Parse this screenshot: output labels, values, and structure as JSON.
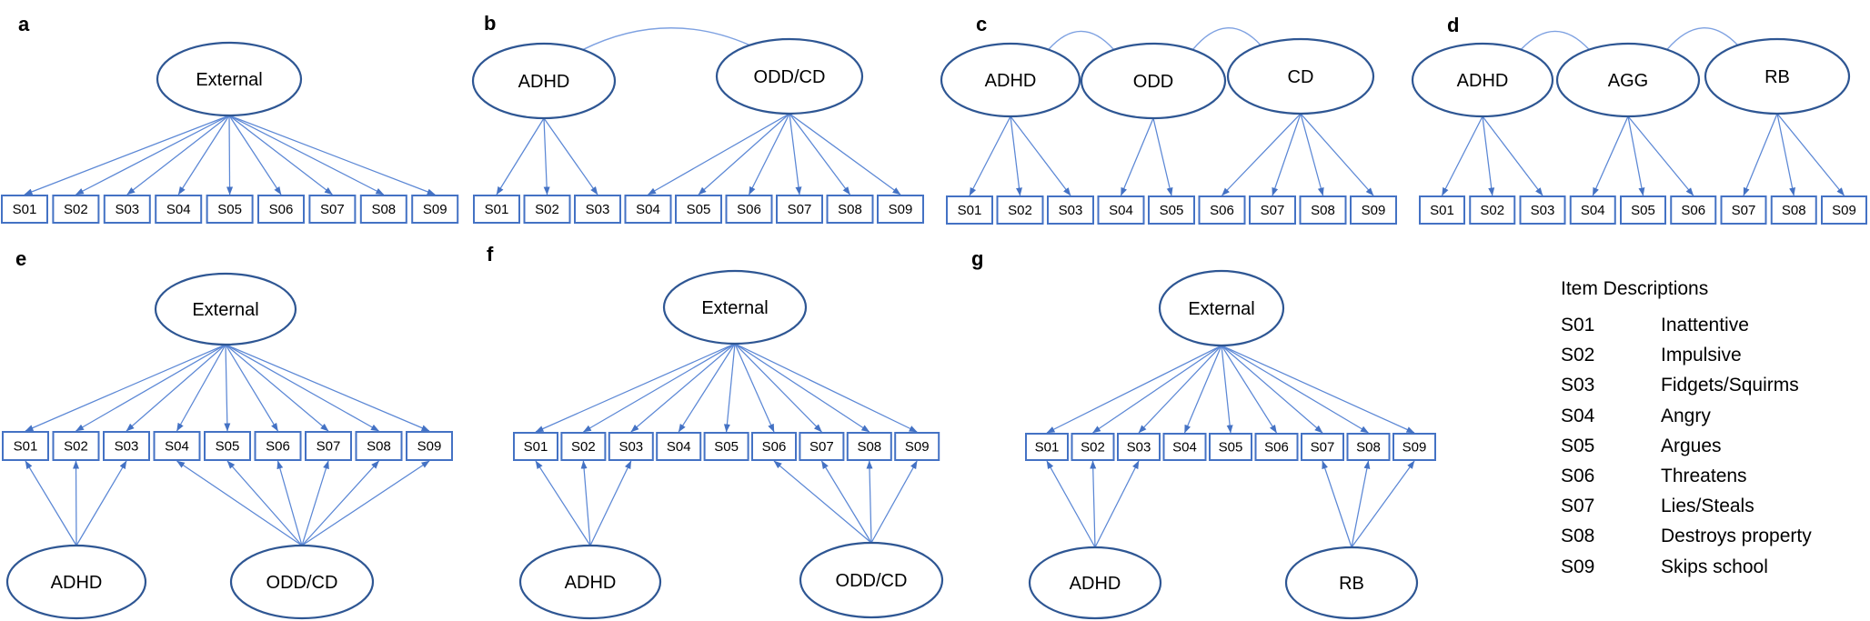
{
  "figure": {
    "background": "#ffffff"
  },
  "colors": {
    "factor_stroke": "#2E5693",
    "box_stroke": "#4472C4",
    "edge": "#5B87D5",
    "cov": "#7EA1E1",
    "arrowhead": "#4472C4",
    "text": "#000000"
  },
  "items": {
    "codes": [
      "S01",
      "S02",
      "S03",
      "S04",
      "S05",
      "S06",
      "S07",
      "S08",
      "S09"
    ]
  },
  "panels": [
    {
      "id": "a",
      "label": "a",
      "factors": [
        {
          "name": "External",
          "layer": "top",
          "loads": [
            1,
            2,
            3,
            4,
            5,
            6,
            7,
            8,
            9
          ]
        }
      ],
      "covariances": []
    },
    {
      "id": "b",
      "label": "b",
      "factors": [
        {
          "name": "ADHD",
          "layer": "top",
          "loads": [
            1,
            2,
            3
          ]
        },
        {
          "name": "ODD/CD",
          "layer": "top",
          "loads": [
            4,
            5,
            6,
            7,
            8,
            9
          ]
        }
      ],
      "covariances": [
        [
          0,
          1
        ]
      ]
    },
    {
      "id": "c",
      "label": "c",
      "factors": [
        {
          "name": "ADHD",
          "layer": "top",
          "loads": [
            1,
            2,
            3
          ]
        },
        {
          "name": "ODD",
          "layer": "top",
          "loads": [
            4,
            5
          ]
        },
        {
          "name": "CD",
          "layer": "top",
          "loads": [
            6,
            7,
            8,
            9
          ]
        }
      ],
      "covariances": [
        [
          0,
          1
        ],
        [
          1,
          2
        ]
      ]
    },
    {
      "id": "d",
      "label": "d",
      "factors": [
        {
          "name": "ADHD",
          "layer": "top",
          "loads": [
            1,
            2,
            3
          ]
        },
        {
          "name": "AGG",
          "layer": "top",
          "loads": [
            4,
            5,
            6
          ]
        },
        {
          "name": "RB",
          "layer": "top",
          "loads": [
            7,
            8,
            9
          ]
        }
      ],
      "covariances": [
        [
          0,
          1
        ],
        [
          1,
          2
        ]
      ]
    },
    {
      "id": "e",
      "label": "e",
      "factors": [
        {
          "name": "External",
          "layer": "top",
          "loads": [
            1,
            2,
            3,
            4,
            5,
            6,
            7,
            8,
            9
          ]
        },
        {
          "name": "ADHD",
          "layer": "bottom",
          "loads": [
            1,
            2,
            3
          ]
        },
        {
          "name": "ODD/CD",
          "layer": "bottom",
          "loads": [
            4,
            5,
            6,
            7,
            8,
            9
          ]
        }
      ],
      "covariances": []
    },
    {
      "id": "f",
      "label": "f",
      "factors": [
        {
          "name": "External",
          "layer": "top",
          "loads": [
            1,
            2,
            3,
            4,
            5,
            6,
            7,
            8,
            9
          ]
        },
        {
          "name": "ADHD",
          "layer": "bottom",
          "loads": [
            1,
            2,
            3
          ]
        },
        {
          "name": "ODD/CD",
          "layer": "bottom",
          "loads": [
            6,
            7,
            8,
            9
          ]
        }
      ],
      "covariances": []
    },
    {
      "id": "g",
      "label": "g",
      "factors": [
        {
          "name": "External",
          "layer": "top",
          "loads": [
            1,
            2,
            3,
            4,
            5,
            6,
            7,
            8,
            9
          ]
        },
        {
          "name": "ADHD",
          "layer": "bottom",
          "loads": [
            1,
            2,
            3
          ]
        },
        {
          "name": "RB",
          "layer": "bottom",
          "loads": [
            7,
            8,
            9
          ]
        }
      ],
      "covariances": []
    }
  ],
  "legend": {
    "title": "Item Descriptions",
    "items": [
      {
        "code": "S01",
        "description": "Inattentive"
      },
      {
        "code": "S02",
        "description": "Impulsive"
      },
      {
        "code": "S03",
        "description": "Fidgets/Squirms"
      },
      {
        "code": "S04",
        "description": "Angry"
      },
      {
        "code": "S05",
        "description": "Argues"
      },
      {
        "code": "S06",
        "description": "Threatens"
      },
      {
        "code": "S07",
        "description": "Lies/Steals"
      },
      {
        "code": "S08",
        "description": "Destroys property"
      },
      {
        "code": "S09",
        "description": "Skips school"
      }
    ]
  }
}
